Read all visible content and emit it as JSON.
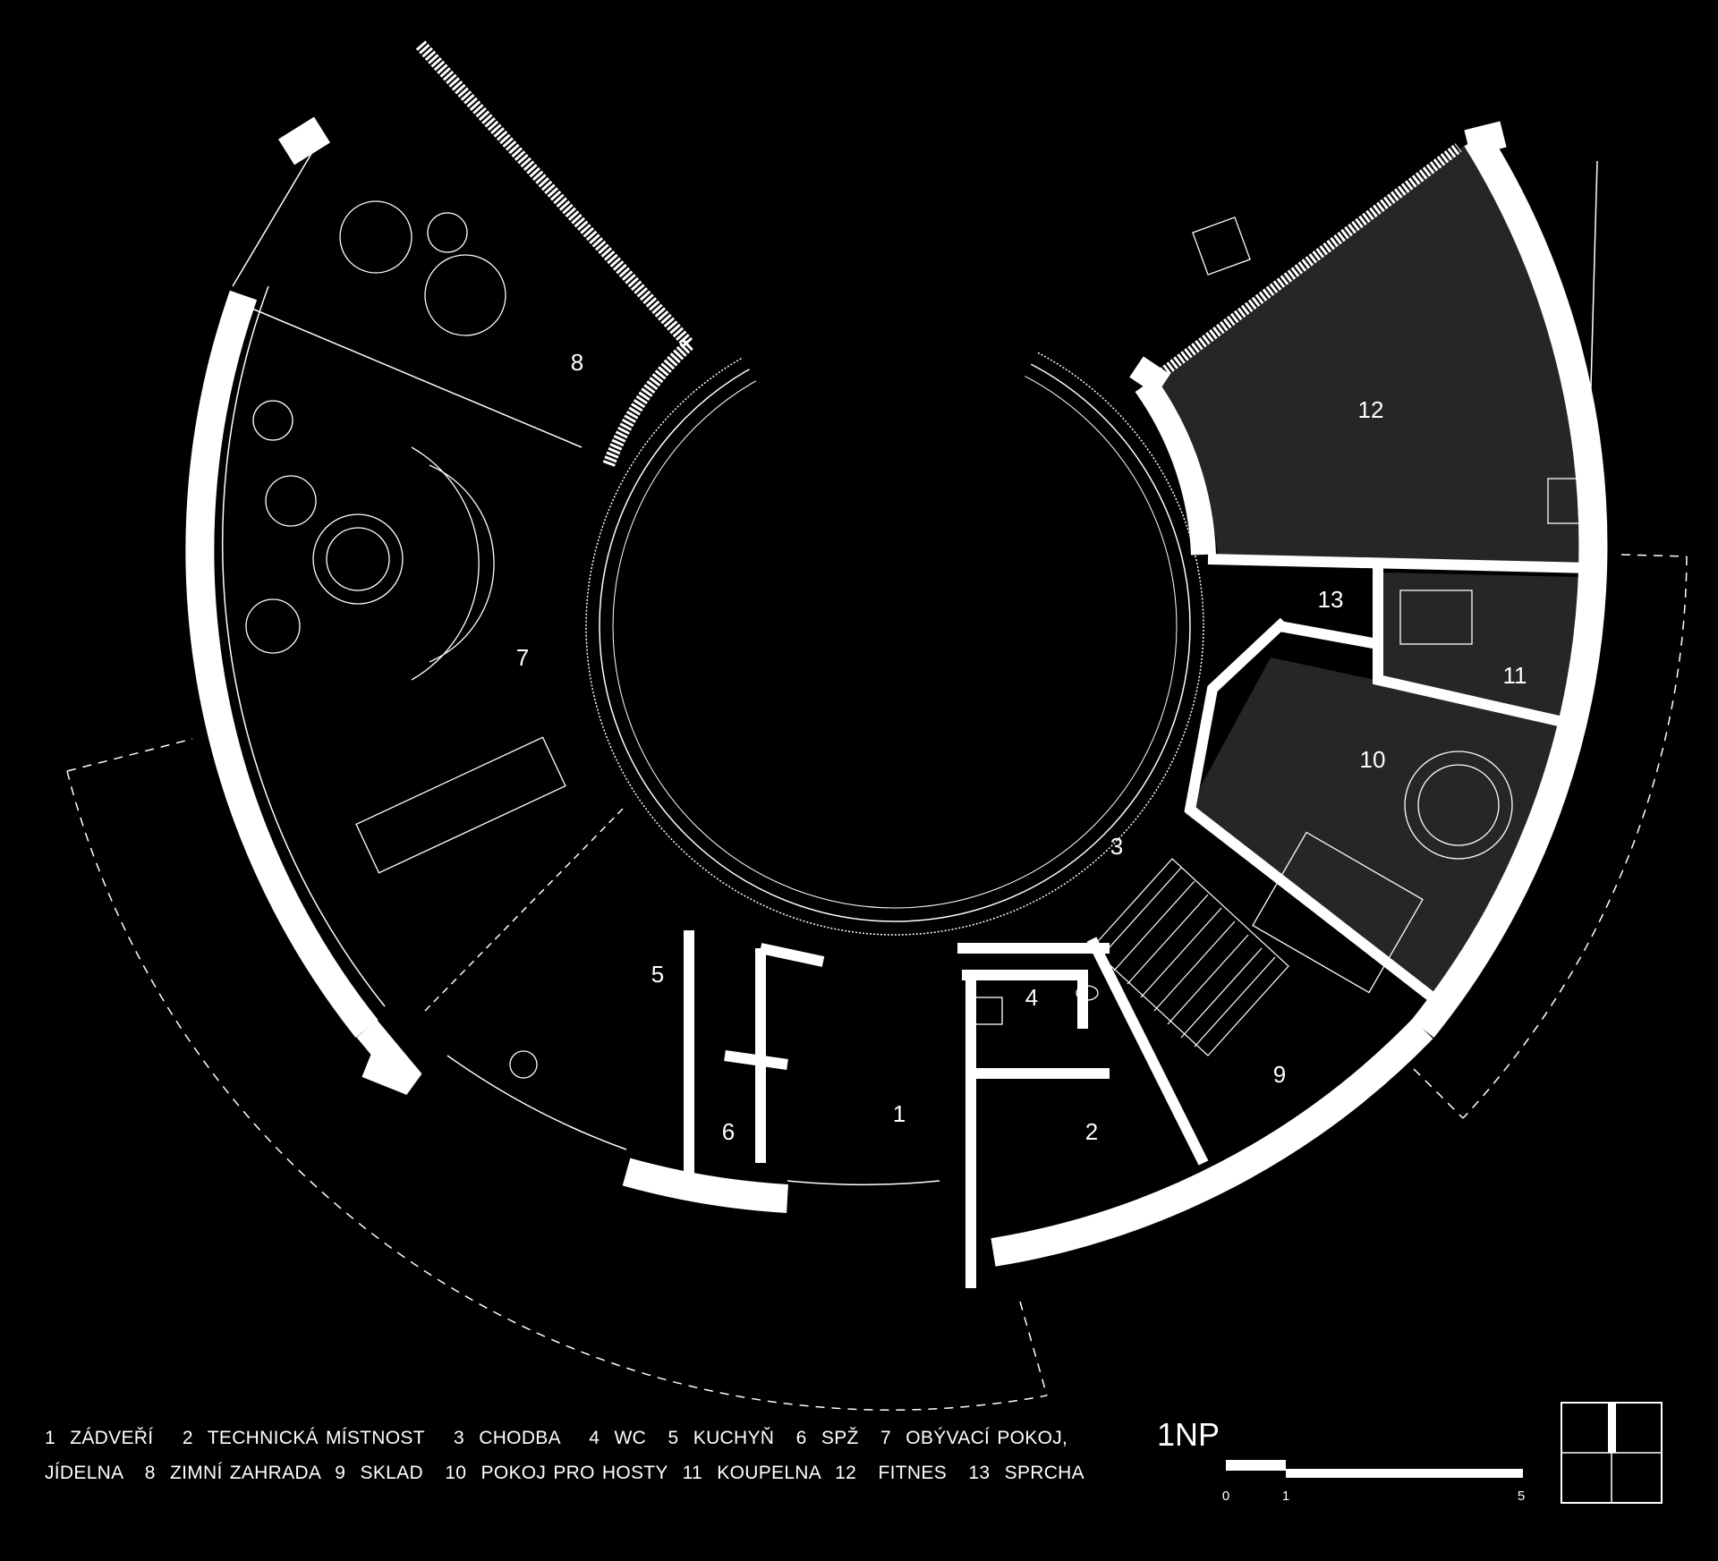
{
  "plan": {
    "room_labels": {
      "r1": "1",
      "r2": "2",
      "r3": "3",
      "r4": "4",
      "r5": "5",
      "r6": "6",
      "r7": "7",
      "r8": "8",
      "r9": "9",
      "r10": "10",
      "r11": "11",
      "r12": "12",
      "r13": "13"
    },
    "colors": {
      "background": "#000000",
      "walls": "#ffffff",
      "shaded_rooms": "#262626",
      "lines": "#ffffff"
    }
  },
  "legend": {
    "line1": "1  ZÁDVEŘÍ    2  TECHNICKÁ MÍSTNOST    3  CHODBA    4  WC   5  KUCHYŇ   6  SPŽ   7  OBÝVACÍ POKOJ,",
    "line2": "JÍDELNA   8  ZIMNÍ ZAHRADA  9  SKLAD   10  POKOJ PRO HOSTY  11  KOUPELNA  12   FITNES   13  SPRCHA"
  },
  "floor_title": "1NP",
  "scale_bar": {
    "label_0": "0",
    "label_1": "1",
    "label_5": "5"
  },
  "north_icon": "north-orientation-icon"
}
